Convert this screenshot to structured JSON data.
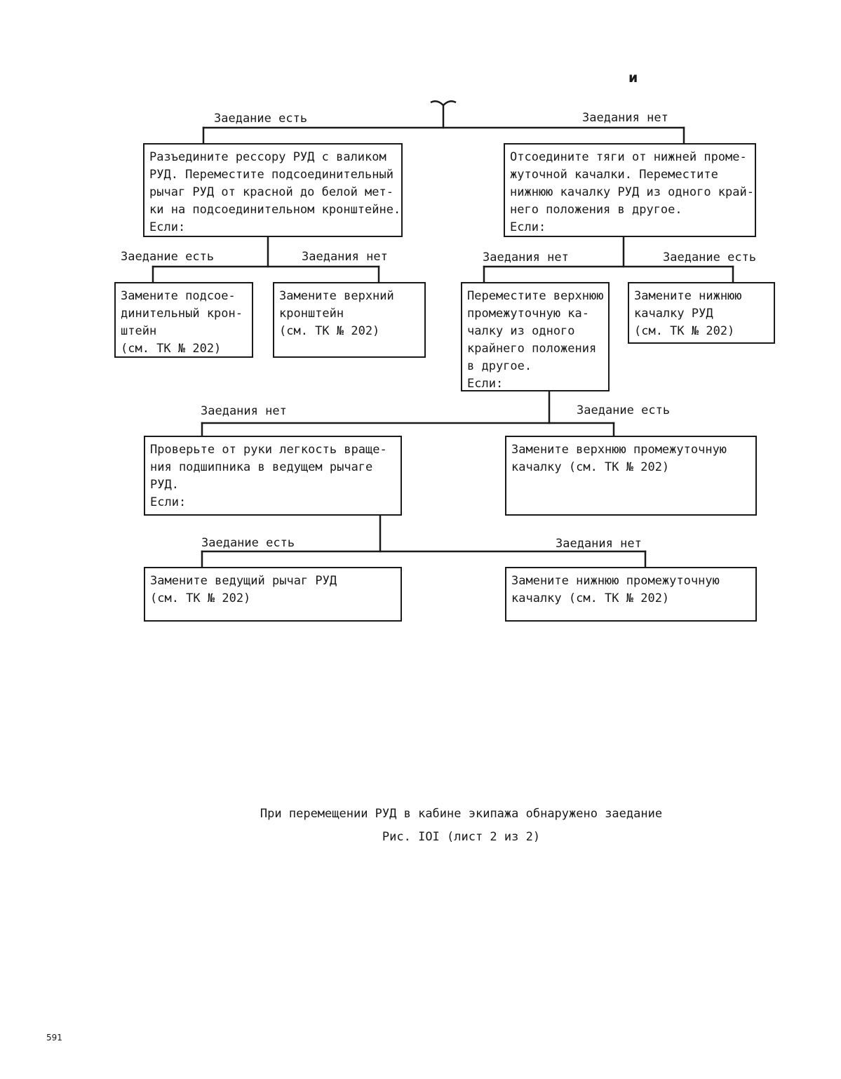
{
  "corner_letter": "и",
  "root": {
    "yes_label": "Заедание есть",
    "no_label": "Заедания нет"
  },
  "boxes": {
    "left_main": "Разъедините рессору РУД с валиком\nРУД. Переместите подсоединительный\nрычаг РУД от красной до белой мет-\nки на подсоединительном кронштейне.\nЕсли:",
    "right_main": "Отсоедините тяги от нижней проме-\nжуточной качалки. Переместите\nнижнюю качалку РУД из одного край-\nнего положения в другое.\nЕсли:",
    "replace_connecting_bracket": "Замените подсое-\nдинительный крон-\nштейн\n(см. ТК № 202)",
    "replace_upper_bracket": "Замените верхний\nкронштейн\n(см. ТК № 202)",
    "move_upper_rocker": "Переместите верхнюю\nпромежуточную ка-\nчалку из одного\nкрайнего положения\nв другое.\nЕсли:",
    "replace_lower_rocker_rud": "Замените нижнюю\nкачалку РУД\n(см. ТК № 202)",
    "check_bearing": "Проверьте от руки легкость враще-\nния подшипника в ведущем рычаге\nРУД.\nЕсли:",
    "replace_upper_intermediate_rocker": "Замените верхнюю промежуточную\nкачалку (см. ТК № 202)",
    "replace_drive_lever": "Замените ведущий рычаг РУД\n(см. ТК № 202)",
    "replace_lower_intermediate_rocker": "Замените нижнюю промежуточную\nкачалку (см. ТК № 202)"
  },
  "branch_labels": {
    "left_yes": "Заедание есть",
    "left_no": "Заедания нет",
    "right_no": "Заедания нет",
    "right_yes": "Заедание есть",
    "mid_no": "Заедания нет",
    "mid_yes": "Заедание есть",
    "bottom_yes": "Заедание есть",
    "bottom_no": "Заедания нет"
  },
  "caption": {
    "line1": "При перемещении РУД в кабине экипажа обнаружено заедание",
    "line2": "Рис. IOI (лист 2 из 2)"
  },
  "page_number": "591"
}
